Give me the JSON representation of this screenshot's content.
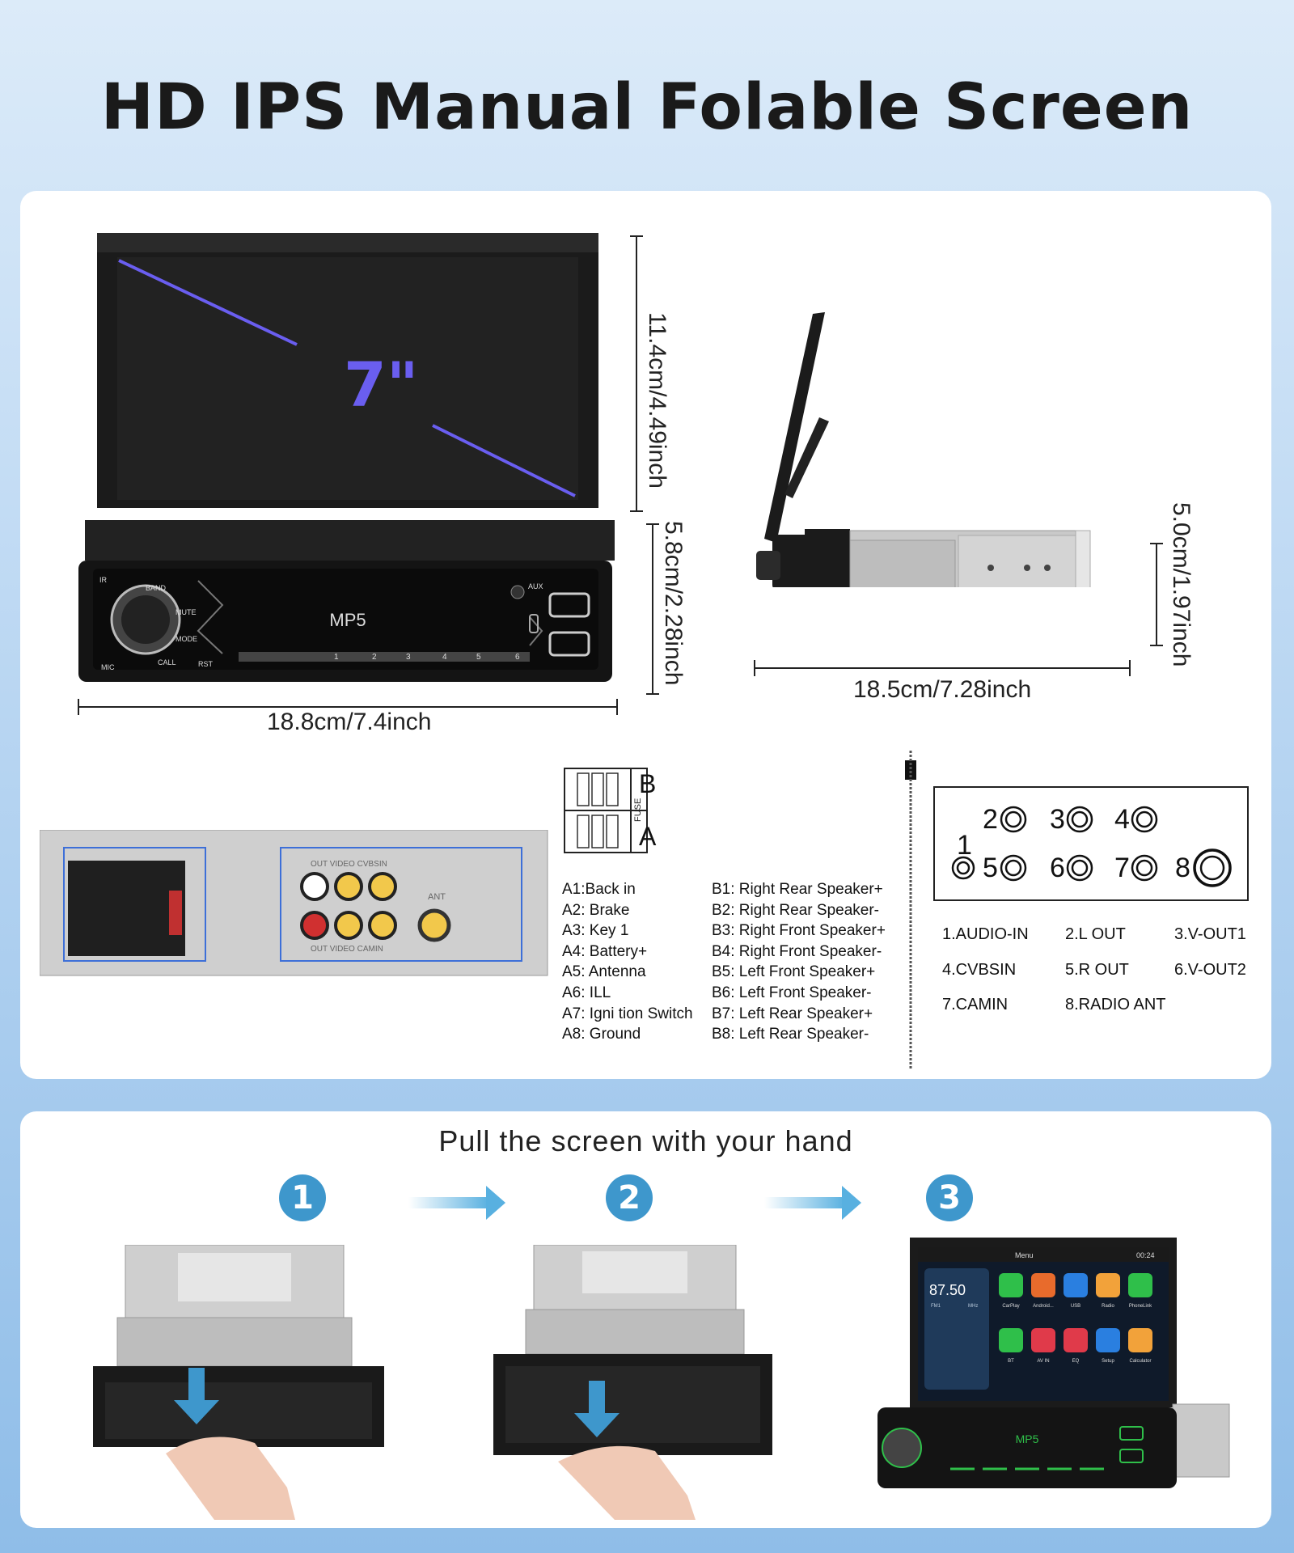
{
  "title": "HD IPS Manual Folable Screen",
  "front_unit": {
    "screen_size": "7\"",
    "brand_label": "MP5",
    "buttons": [
      "IR",
      "BAND",
      "MUTE",
      "MODE",
      "CALL",
      "MIC",
      "RST",
      "AUX"
    ],
    "number_keys": [
      "1",
      "2",
      "3",
      "4",
      "5",
      "6"
    ],
    "height_screen": "11.4cm/4.49inch",
    "height_body": "5.8cm/2.28inch",
    "width": "18.8cm/7.4inch"
  },
  "side_unit": {
    "depth": "18.5cm/7.28inch",
    "height": "5.0cm/1.97inch"
  },
  "harness": {
    "connector_b_label": "B",
    "connector_a_label": "A",
    "fuse_label": "FUSE",
    "pins_a": [
      "A1:Back    in",
      "A2: Brake",
      "A3: Key 1",
      "A4: Battery+",
      "A5: Antenna",
      "A6: ILL",
      "A7:  Igni tion Switch",
      "A8: Ground"
    ],
    "pins_b": [
      "B1: Right Rear Speaker+",
      "B2: Right Rear Speaker-",
      "B3: Right Front Speaker+",
      "B4: Right Front Speaker-",
      "B5: Left Front Speaker+",
      "B6: Left Front Speaker-",
      "B7: Left Rear Speaker+",
      "B8: Left Rear Speaker-"
    ],
    "rear_labels": {
      "top": "OUT VIDEO CVBSIN",
      "bottom": "OUT VIDEO CAMIN",
      "ant": "ANT"
    }
  },
  "rca": {
    "ports": [
      "1",
      "2",
      "3",
      "4",
      "5",
      "6",
      "7",
      "8"
    ],
    "legend": [
      "1.AUDIO-IN",
      "2.L OUT",
      "3.V-OUT1",
      "4.CVBSIN",
      "5.R OUT",
      "6.V-OUT2",
      "7.CAMIN",
      "8.RADIO ANT"
    ]
  },
  "steps": {
    "heading": "Pull the screen with your hand",
    "numbers": [
      "1",
      "2",
      "3"
    ]
  },
  "demo_screen": {
    "freq": "87.50",
    "bands": [
      "FM1",
      "MHz"
    ],
    "menu": "Menu",
    "time": "00:24",
    "apps_row1": [
      "CarPlay",
      "Android...",
      "USB",
      "Radio",
      "PhoneLink"
    ],
    "apps_row2": [
      "BT",
      "AV IN",
      "EQ",
      "Setup",
      "Calculator"
    ],
    "brand_label": "MP5"
  },
  "colors": {
    "accent": "#3e97cc",
    "diagonal": "#6a5ef0",
    "screen_text": "#6a5ef0"
  }
}
